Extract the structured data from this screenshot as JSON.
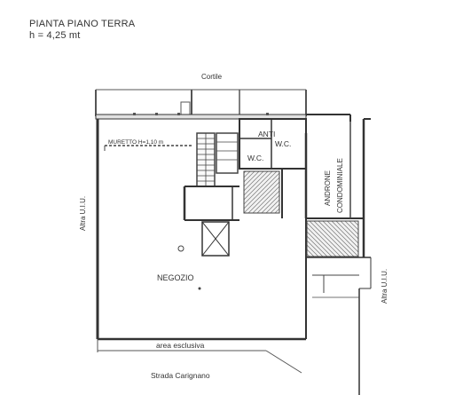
{
  "header": {
    "title": "PIANTA PIANO TERRA",
    "height_note": "h = 4,25 mt"
  },
  "labels": {
    "courtyard": "Cortile",
    "anti_wc_1": "ANTI",
    "anti_wc_2": "W.C.",
    "wc": "W.C.",
    "wall_note": "MURETTO H=1,10 m",
    "side_unit_left": "Altra U.I.U.",
    "side_unit_right": "Altra U.I.U.",
    "hallway_1": "ANDRONE",
    "hallway_2": "CONDOMINIALE",
    "shop": "NEGOZIO",
    "exclusive_area": "area esclusiva",
    "street": "Strada Carignano"
  }
}
